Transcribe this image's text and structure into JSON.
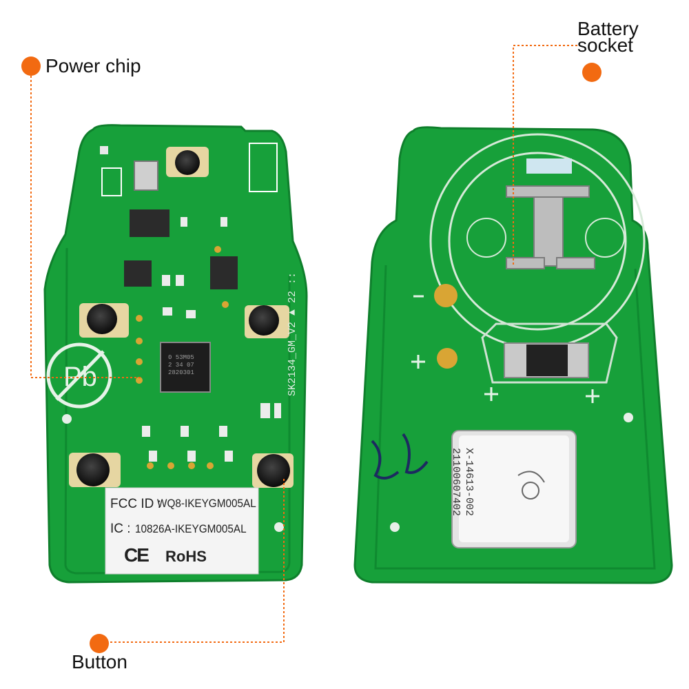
{
  "callouts": {
    "power_chip": "Power chip",
    "battery_socket_line1": "Battery",
    "battery_socket_line2": "socket",
    "button": "Button"
  },
  "sticker": {
    "fcc_label": "FCC ID :",
    "fcc_id": "WQ8-IKEYGM005AL",
    "ic_label": "IC :",
    "ic_id": "10826A-IKEYGM005AL",
    "ce": "CE",
    "rohs": "RoHS"
  },
  "pcb": {
    "silkscreen": "SK2134_GM_V2  ▲  22 :: ",
    "chip_line1": "0 53M05",
    "chip_line2": "2 34 07",
    "chip_line3": "2820301"
  },
  "module": {
    "line1": "X-14613-002",
    "line2": "21100607402"
  },
  "colors": {
    "pcb_green": "#17a03a",
    "pcb_dark": "#0f7f2c",
    "callout_orange": "#f26a11",
    "pad_gold": "#d9a534"
  }
}
